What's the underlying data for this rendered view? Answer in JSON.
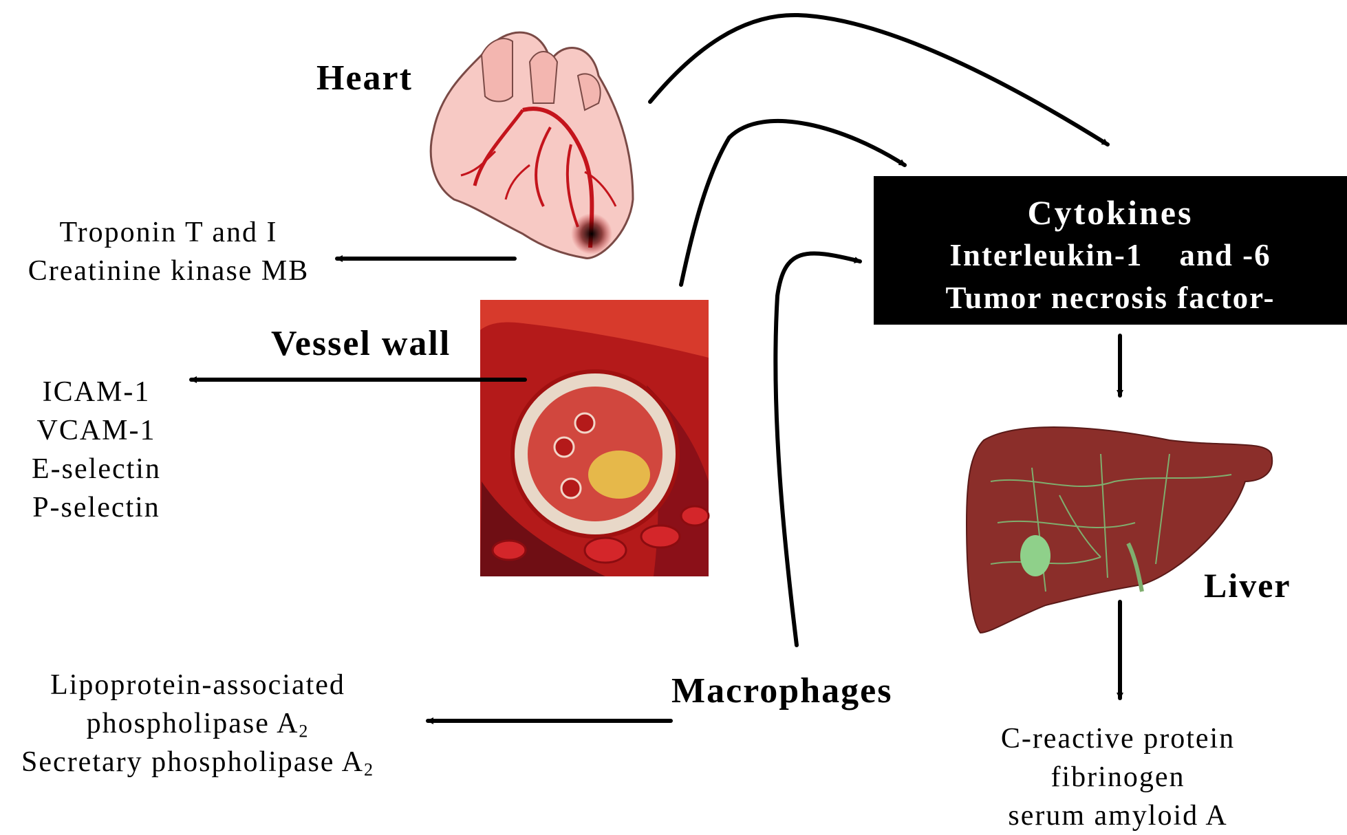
{
  "nodes": {
    "heart": "Heart",
    "vessel_wall": "Vessel wall",
    "macrophages": "Macrophages",
    "liver": "Liver"
  },
  "cytokines": {
    "title": "Cytokines",
    "line1": "Interleukin-1    and -6",
    "line2": "Tumor necrosis factor-"
  },
  "heart_markers": [
    "Troponin T and I",
    "Creatinine kinase MB"
  ],
  "vessel_markers": [
    "ICAM-1",
    "VCAM-1",
    "E-selectin",
    "P-selectin"
  ],
  "macrophage_markers": {
    "line1": "Lipoprotein-associated",
    "line2": "phospholipase A",
    "line3": "Secretary phospholipase A",
    "subscript": "2"
  },
  "liver_markers": [
    "C-reactive protein",
    "fibrinogen",
    "serum amyloid A"
  ],
  "colors": {
    "box_bg": "#000000",
    "box_text": "#ffffff",
    "heart_fill": "#f7c9c4",
    "heart_vessels": "#c4141c",
    "vessel_bg": "#b41a1a",
    "liver_fill": "#8b2e2a",
    "liver_network": "#7fae6e"
  },
  "icons": [
    "heart-illustration",
    "artery-cross-section-illustration",
    "liver-illustration"
  ]
}
